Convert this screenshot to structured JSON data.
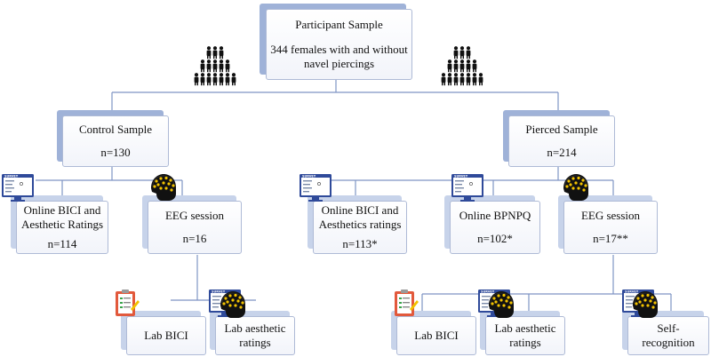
{
  "nodes": {
    "root": {
      "title": "Participant Sample",
      "line2": "344 females with and without",
      "line3": "navel piercings"
    },
    "control": {
      "title": "Control Sample",
      "n": "n=130"
    },
    "pierced": {
      "title": "Pierced Sample",
      "n": "n=214"
    },
    "c_online": {
      "title": "Online BICI and",
      "line2": "Aesthetic Ratings",
      "n": "n=114"
    },
    "c_eeg": {
      "title": "EEG session",
      "n": "n=16"
    },
    "p_online": {
      "title": "Online BICI and",
      "line2": "Aesthetics ratings",
      "n": "n=113*"
    },
    "p_bpnpq": {
      "title": "Online BPNPQ",
      "n": "n=102*"
    },
    "p_eeg": {
      "title": "EEG session",
      "n": "n=17**"
    },
    "c_labbici": {
      "title": "Lab BICI"
    },
    "c_labaes": {
      "title": "Lab aesthetic",
      "line2": "ratings"
    },
    "p_labbici": {
      "title": "Lab BICI"
    },
    "p_labaes": {
      "title": "Lab aesthetic",
      "line2": "ratings"
    },
    "p_selfrec": {
      "title": "Self-recognition"
    }
  },
  "icons": {
    "survey_label": "SURVEY",
    "accent_color": "#3b5fc4",
    "eeg_color": "#f2c200",
    "clipboard_color": "#e2593c"
  }
}
